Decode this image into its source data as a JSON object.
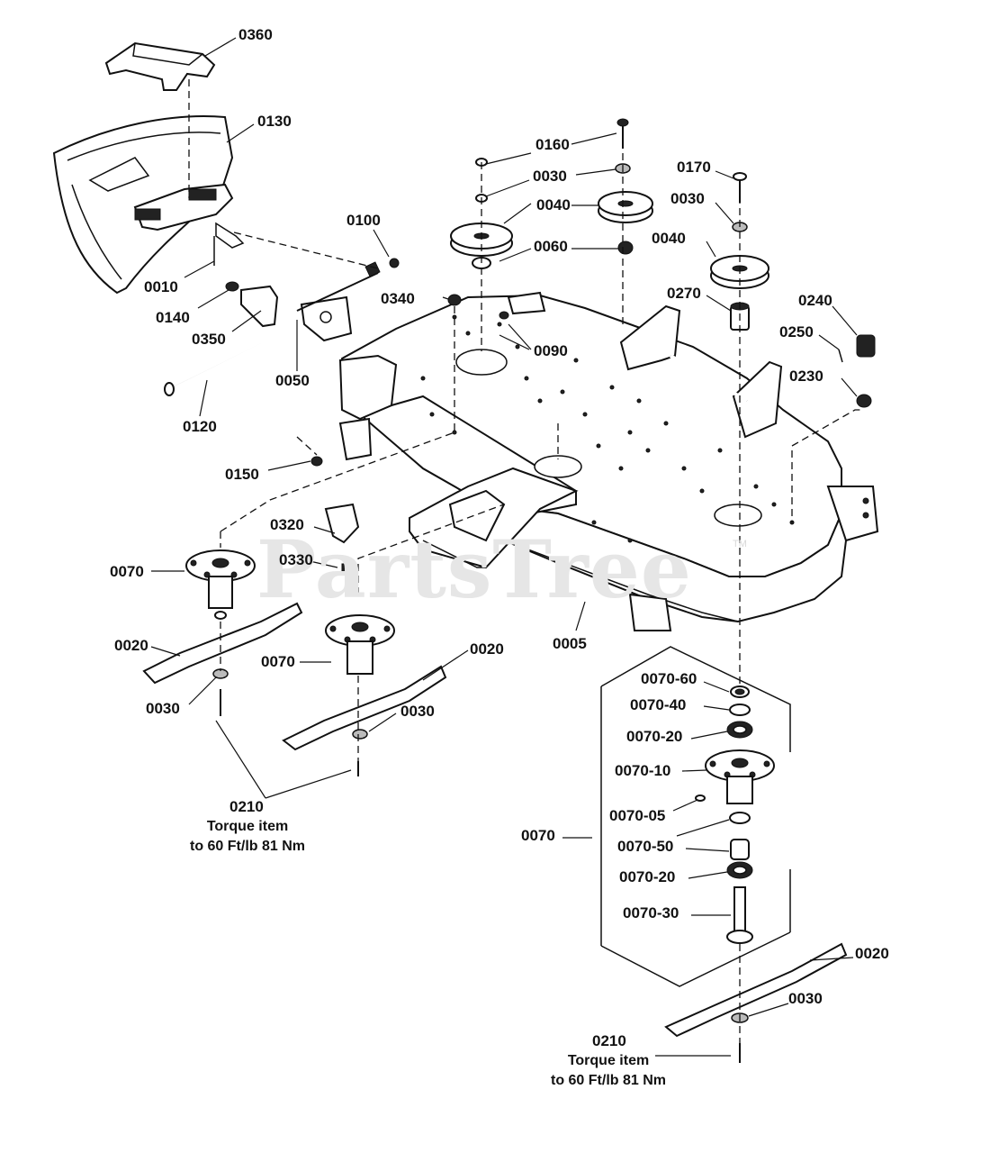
{
  "watermark": {
    "text": "PartsTree",
    "tm": "TM"
  },
  "labels": [
    {
      "text": "0360"
    },
    {
      "text": "0130"
    },
    {
      "text": "0100"
    },
    {
      "text": "0010"
    },
    {
      "text": "0140"
    },
    {
      "text": "0350"
    },
    {
      "text": "0050"
    },
    {
      "text": "0120"
    },
    {
      "text": "0150"
    },
    {
      "text": "0320"
    },
    {
      "text": "0330"
    },
    {
      "text": "0070"
    },
    {
      "text": "0020"
    },
    {
      "text": "0030"
    },
    {
      "text": "0070"
    },
    {
      "text": "0020"
    },
    {
      "text": "0030"
    },
    {
      "text": "0210"
    },
    {
      "text": "0160"
    },
    {
      "text": "0030"
    },
    {
      "text": "0040"
    },
    {
      "text": "0060"
    },
    {
      "text": "0340"
    },
    {
      "text": "0090"
    },
    {
      "text": "0170"
    },
    {
      "text": "0030"
    },
    {
      "text": "0040"
    },
    {
      "text": "0270"
    },
    {
      "text": "0240"
    },
    {
      "text": "0250"
    },
    {
      "text": "0230"
    },
    {
      "text": "0005"
    },
    {
      "text": "0070-60"
    },
    {
      "text": "0070-40"
    },
    {
      "text": "0070-20"
    },
    {
      "text": "0070-10"
    },
    {
      "text": "0070-05"
    },
    {
      "text": "0070"
    },
    {
      "text": "0070-50"
    },
    {
      "text": "0070-20"
    },
    {
      "text": "0070-30"
    },
    {
      "text": "0020"
    },
    {
      "text": "0030"
    },
    {
      "text": "0210"
    }
  ],
  "notes": [
    {
      "line1": "Torque item",
      "line2": "to 60 Ft/lb 81 Nm"
    },
    {
      "line1": "Torque item",
      "line2": "to 60 Ft/lb 81 Nm"
    }
  ]
}
